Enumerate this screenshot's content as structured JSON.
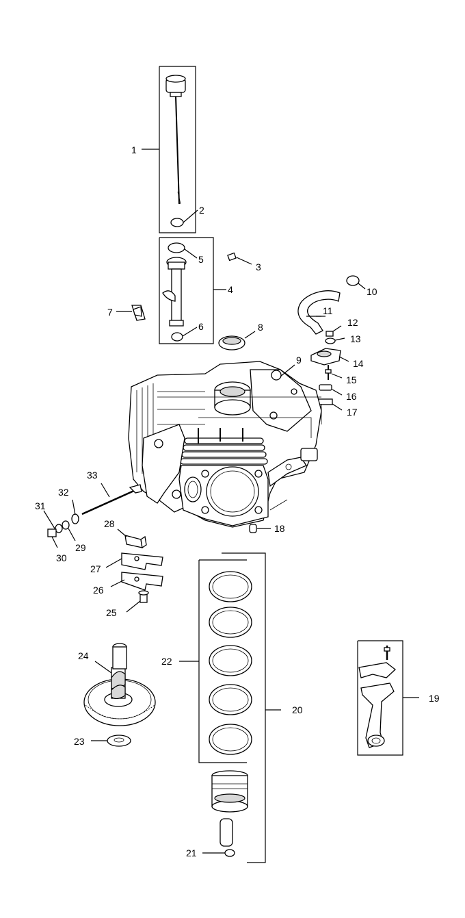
{
  "labels": [
    "1",
    "2",
    "3",
    "4",
    "5",
    "6",
    "7",
    "8",
    "9",
    "10",
    "11",
    "12",
    "13",
    "14",
    "15",
    "16",
    "17",
    "18",
    "19",
    "20",
    "21",
    "22",
    "23",
    "24",
    "25",
    "26",
    "27",
    "28",
    "29",
    "30",
    "31",
    "32",
    "33"
  ]
}
